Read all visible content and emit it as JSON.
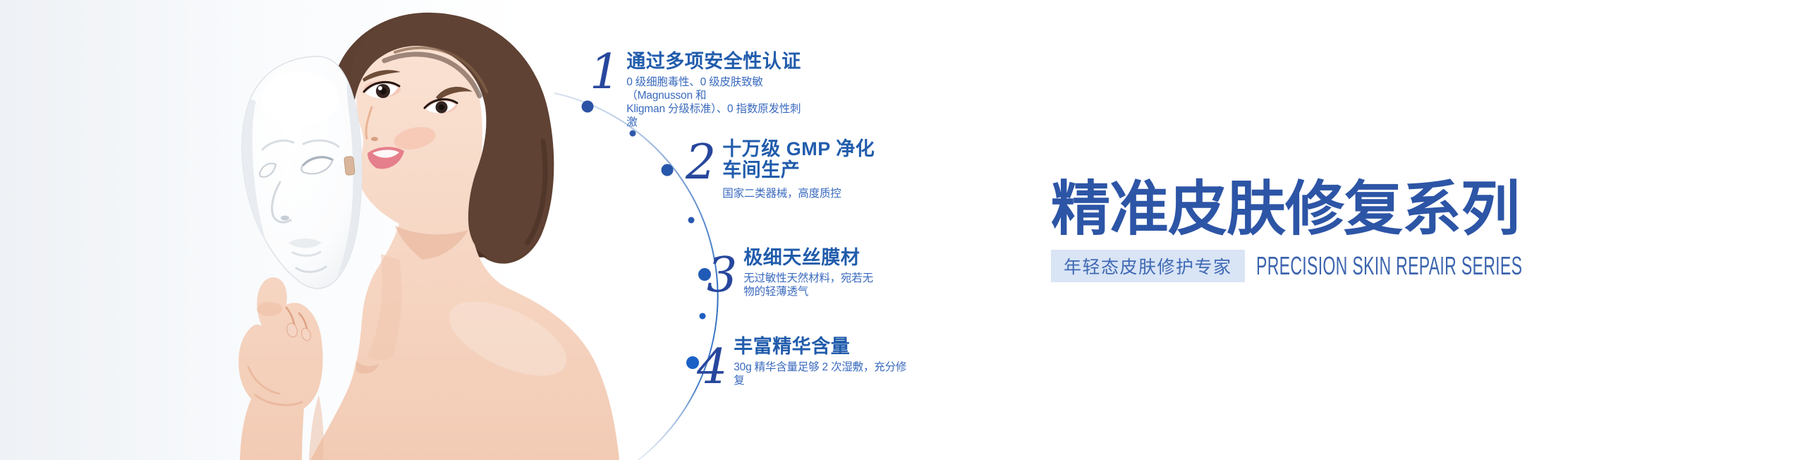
{
  "features": [
    {
      "number": "1",
      "title": "通过多项安全性认证",
      "desc": "0 级细胞毒性、0 级皮肤致敏（Magnusson 和\nKligman 分级标准）、0 指数原发性刺激"
    },
    {
      "number": "2",
      "title": "十万级 GMP 净化\n车间生产",
      "desc": "国家二类器械，高度质控"
    },
    {
      "number": "3",
      "title": "极细天丝膜材",
      "desc": "无过敏性天然材料，宛若无\n物的轻薄透气"
    },
    {
      "number": "4",
      "title": "丰富精华含量",
      "desc": "30g 精华含量足够 2 次湿敷，充分修复"
    }
  ],
  "headline": {
    "title": "精准皮肤修复系列",
    "subtitle_cn": "年轻态皮肤修护专家",
    "subtitle_en": "PRECISION SKIN REPAIR SERIES"
  },
  "illustration": {
    "subject": "woman holding white face mask",
    "colors": {
      "title_blue": "#2d55a6",
      "heading_blue": "#215cac",
      "desc_blue": "#3a6abe",
      "number_navy": "#27479d",
      "badge_bg": "#d9e4f5",
      "badge_text": "#3e69b4",
      "dot_blue": "#1f5ab6",
      "arc_blue": "#2f6ec4",
      "skin": "#f7dccb",
      "hair_brown": "#5d4031",
      "mask_white": "#ffffff"
    }
  }
}
